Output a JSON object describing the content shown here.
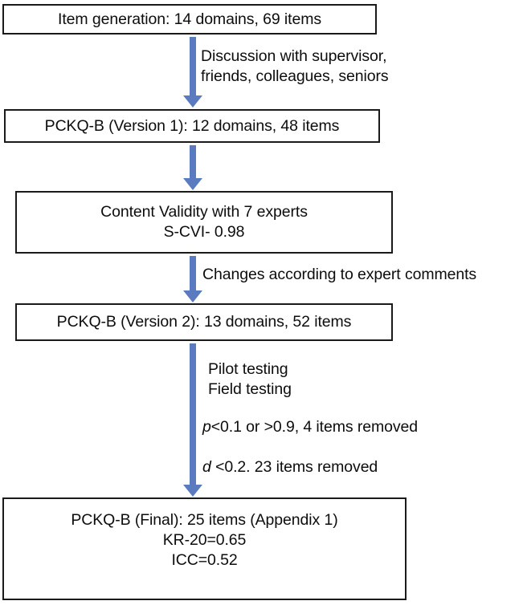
{
  "diagram": {
    "title": "PCKQ-B questionnaire development flowchart",
    "accent_color": "#5B7BC0",
    "border_color": "#1a1a1a",
    "text_color": "#0d0d0d",
    "background_color": "#ffffff"
  },
  "nodes": [
    {
      "id": "item-generation",
      "lines": [
        "Item generation: 14 domains, 69 items"
      ]
    },
    {
      "id": "pckq-b-version-1",
      "lines": [
        "PCKQ-B (Version 1): 12 domains, 48 items"
      ]
    },
    {
      "id": "content-validity",
      "lines": [
        "Content Validity with 7 experts",
        "S-CVI- 0.98"
      ]
    },
    {
      "id": "pckq-b-version-2",
      "lines": [
        "PCKQ-B (Version 2): 13 domains, 52 items"
      ]
    },
    {
      "id": "pckq-b-final",
      "lines": [
        "PCKQ-B (Final): 25 items (Appendix 1)",
        "KR-20=0.65",
        "ICC=0.52"
      ]
    }
  ],
  "edge_labels": {
    "discussion": {
      "line1": "Discussion with supervisor,",
      "line2": "friends, colleagues, seniors"
    },
    "expert_changes": {
      "line1": "Changes according to expert comments"
    },
    "testing": {
      "line1": "Pilot testing",
      "line2": "Field testing"
    },
    "p_criterion": {
      "symbol": "p",
      "rest": "<0.1 or >0.9, 4 items removed"
    },
    "d_criterion": {
      "symbol": "d",
      "rest": " <0.2. 23 items removed"
    }
  }
}
